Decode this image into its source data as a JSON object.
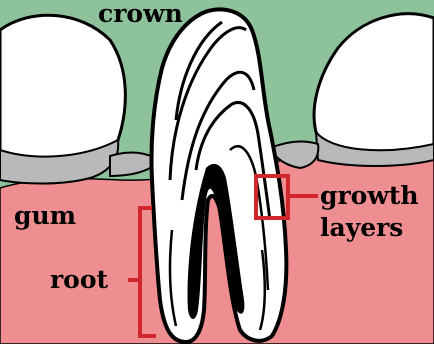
{
  "labels": {
    "crown": "crown",
    "gum": "gum",
    "root": "root",
    "growth_line1": "growth",
    "growth_line2": "layers"
  },
  "colors": {
    "sky": "#8DC29A",
    "gum": "#EE8E90",
    "tooth": "#FFFFFF",
    "shadow": "#B9B9B9",
    "outline": "#000000",
    "callout": "#D0262C",
    "text": "#000000"
  }
}
